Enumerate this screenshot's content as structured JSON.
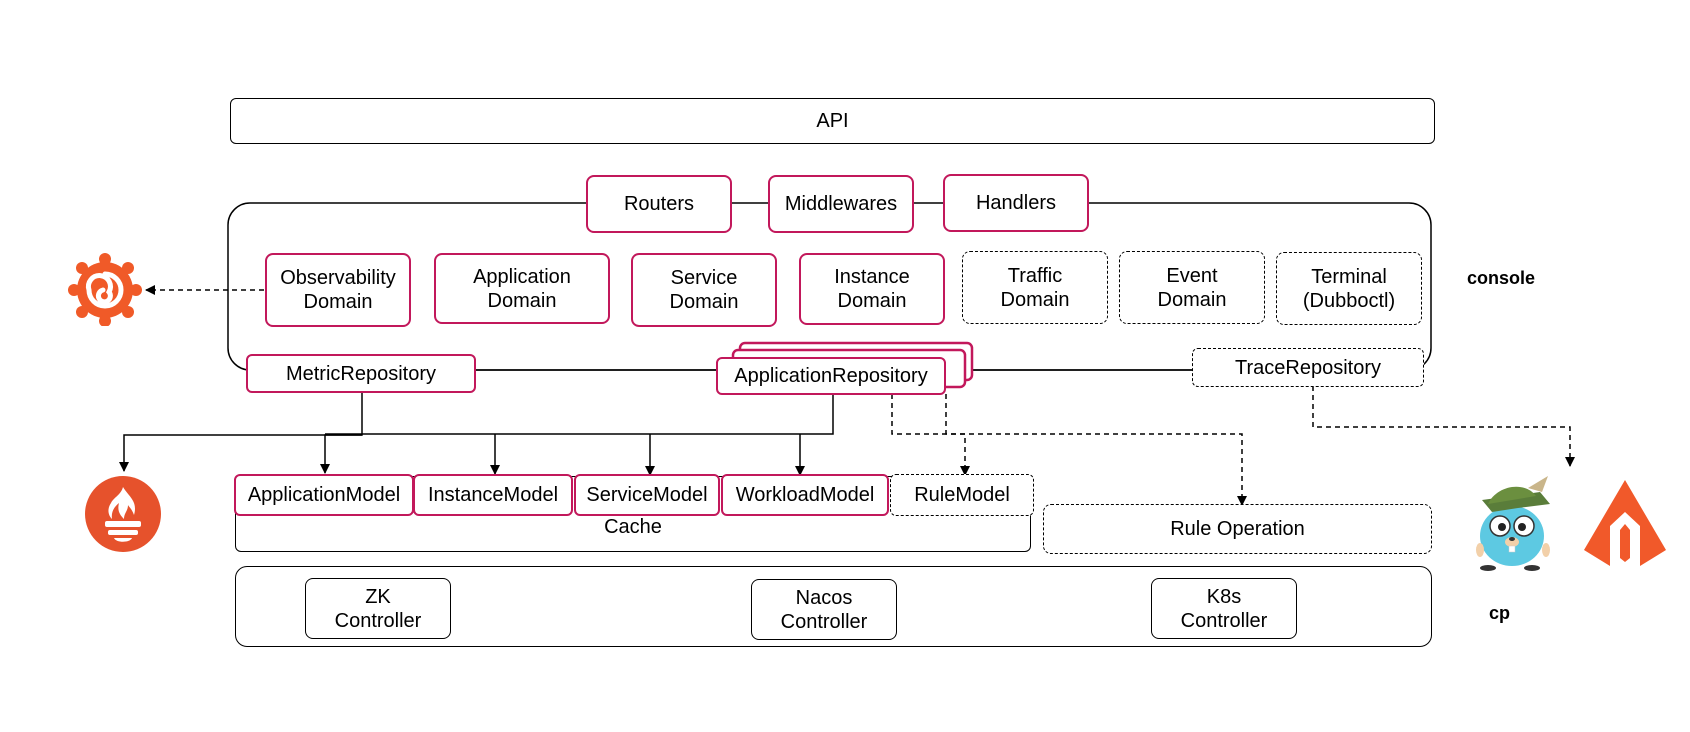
{
  "api": "API",
  "console_label": "console",
  "cp_label": "cp",
  "web_layer": {
    "routers": "Routers",
    "middlewares": "Middlewares",
    "handlers": "Handlers"
  },
  "domains": {
    "observability": "Observability\nDomain",
    "application": "Application\nDomain",
    "service": "Service\nDomain",
    "instance": "Instance\nDomain",
    "traffic": "Traffic\nDomain",
    "event": "Event\nDomain",
    "terminal": "Terminal\n(Dubboctl)"
  },
  "repositories": {
    "metric": "MetricRepository",
    "application": "ApplicationRepository",
    "trace": "TraceRepository"
  },
  "models": {
    "application": "ApplicationModel",
    "instance": "InstanceModel",
    "service": "ServiceModel",
    "workload": "WorkloadModel",
    "rule": "RuleModel"
  },
  "cache_label": "Cache",
  "rule_operation": "Rule Operation",
  "controllers": {
    "zk": "ZK\nController",
    "nacos": "Nacos\nController",
    "k8s": "K8s\nController"
  },
  "icons": {
    "grafana": "grafana-logo-icon",
    "prometheus": "prometheus-logo-icon",
    "gopher": "go-gopher-mascot-icon",
    "skywalking": "skywalking-logo-icon"
  },
  "colors": {
    "accent_border": "#c2185b",
    "grafana": "#f05a28",
    "prometheus": "#e6522c",
    "skywalking": "#f1592a"
  }
}
